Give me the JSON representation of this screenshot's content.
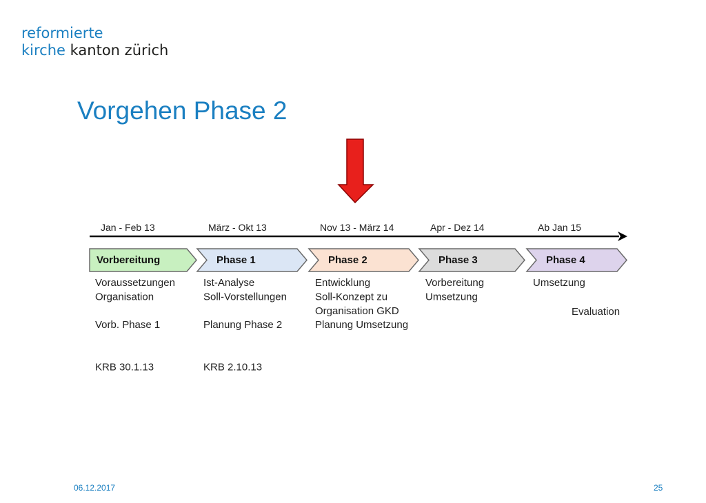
{
  "logo": {
    "line1": "reformierte",
    "line2_part1": "kirche",
    "line2_part2": " kanton zürich"
  },
  "title": "Vorgehen Phase 2",
  "timeline": {
    "periods": [
      "Jan - Feb 13",
      "März - Okt 13",
      "Nov 13 - März 14",
      "Apr - Dez 14",
      "Ab Jan 15"
    ]
  },
  "phases": [
    {
      "label": "Vorbereitung",
      "fill": "#c8f0c0",
      "items": [
        "Voraussetzungen",
        "Organisation",
        "",
        "Vorb. Phase 1",
        "",
        "",
        "KRB 30.1.13"
      ]
    },
    {
      "label": "Phase 1",
      "fill": "#dbe6f5",
      "items": [
        "Ist-Analyse",
        "Soll-Vorstellungen",
        "",
        "Planung Phase 2",
        "",
        "",
        "KRB 2.10.13"
      ]
    },
    {
      "label": "Phase 2",
      "fill": "#fbe2d2",
      "items": [
        "Entwicklung",
        "Soll-Konzept zu",
        "Organisation GKD",
        "Planung Umsetzung"
      ]
    },
    {
      "label": "Phase 3",
      "fill": "#dcdcdc",
      "items": [
        "Vorbereitung",
        "Umsetzung"
      ]
    },
    {
      "label": "Phase 4",
      "fill": "#ddd3ec",
      "items": [
        "Umsetzung"
      ]
    }
  ],
  "phase4_extra": "Evaluation",
  "colors": {
    "accent": "#1a7fc1",
    "highlight_arrow": "#e8201c"
  },
  "footer": {
    "date": "06.12.2017",
    "page": "25"
  }
}
